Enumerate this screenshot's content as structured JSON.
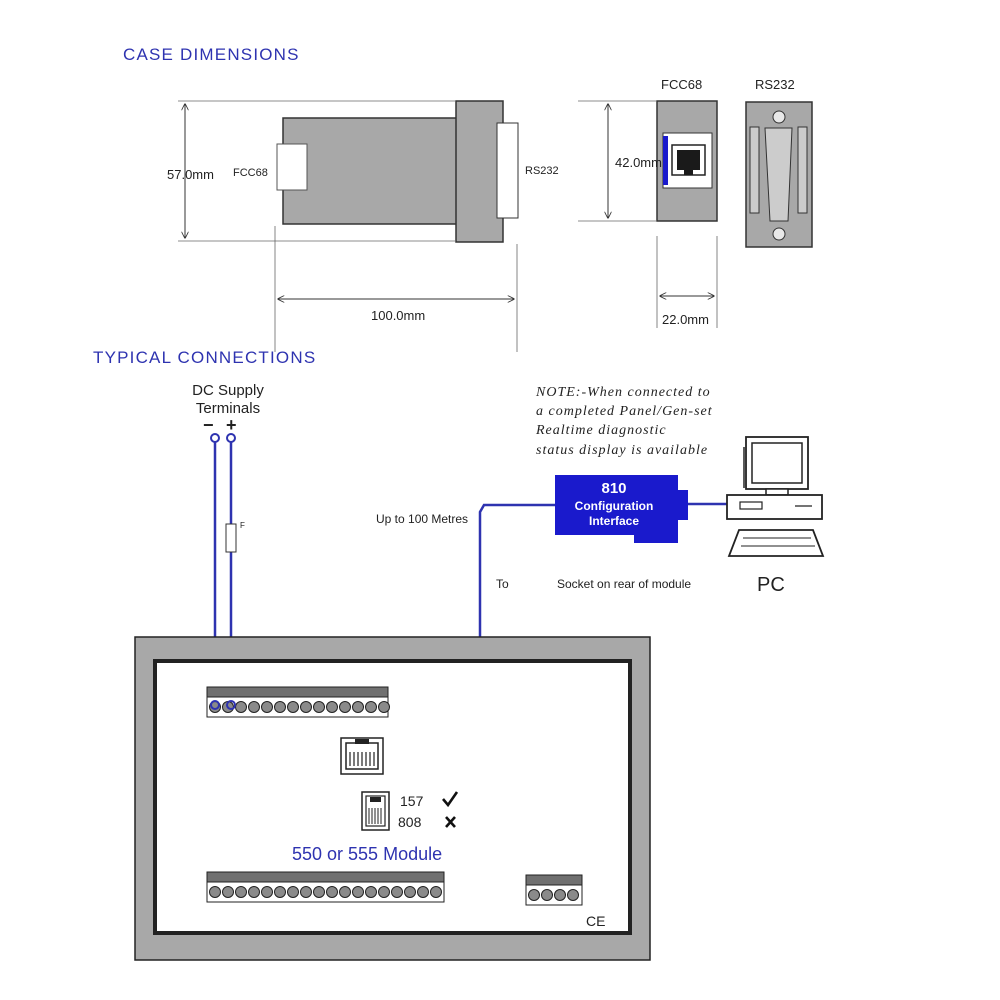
{
  "headings": {
    "case_dimensions": "CASE DIMENSIONS",
    "typical_connections": "TYPICAL CONNECTIONS"
  },
  "case_dimensions": {
    "height_label": "57.0mm",
    "length_label": "100.0mm",
    "side_fcc68_label": "FCC68",
    "side_rs232_label": "RS232",
    "end_height_label": "42.0mm",
    "end_width_label": "22.0mm",
    "end_fcc68_title": "FCC68",
    "end_rs232_title": "RS232"
  },
  "connections": {
    "dc_supply_line1": "DC Supply",
    "dc_supply_line2": "Terminals",
    "minus_symbol": "−",
    "plus_symbol": "+",
    "fuse_label": "F",
    "note_lines": [
      "NOTE:-When connected to",
      "a completed Panel/Gen-set",
      "Realtime diagnostic",
      "status display is available"
    ],
    "interface_line1": "810",
    "interface_line2": "Configuration",
    "interface_line3": "Interface",
    "cable_length": "Up to 100 Metres",
    "to_label": "To",
    "socket_label": "Socket on rear of module",
    "pc_label": "PC",
    "module_name": "550 or 555 Module",
    "option_157": "157",
    "option_808": "808",
    "ce_mark": "CE"
  },
  "colors": {
    "wire_blue": "#2e33b0",
    "interface_blue": "#1a1acc",
    "case_grey": "#a8a8a8",
    "terminal_grey": "#707070"
  }
}
